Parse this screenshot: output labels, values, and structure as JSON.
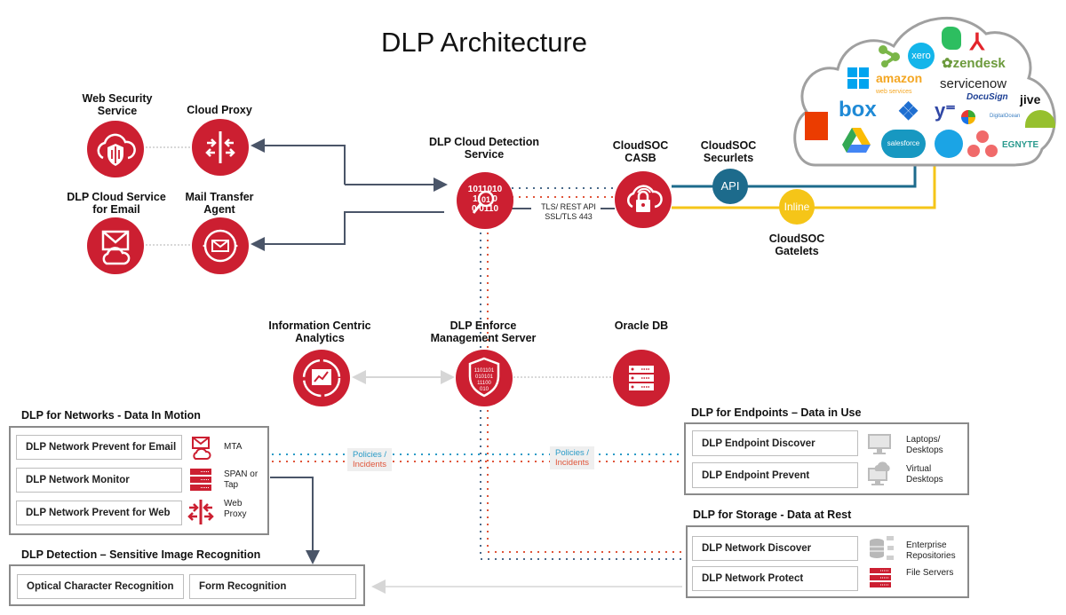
{
  "title": "DLP Architecture",
  "colors": {
    "brand_red": "#cc1f31",
    "connector_dark": "#4a5568",
    "api_blue": "#1d6b8c",
    "inline_yellow": "#f5c518",
    "policy_blue": "#2a9bc7",
    "incident_red": "#e0553a",
    "box_border": "#8a8a8a"
  },
  "nodes": {
    "web_security": {
      "label": "Web Security Service",
      "icon": "cloud-shield-icon"
    },
    "cloud_proxy": {
      "label": "Cloud Proxy",
      "icon": "proxy-arrows-icon"
    },
    "dlp_cloud_email": {
      "label": "DLP Cloud Service for Email",
      "icon": "mail-cloud-icon"
    },
    "mail_transfer_agent": {
      "label": "Mail Transfer Agent",
      "icon": "mail-cycle-icon"
    },
    "cloud_detection": {
      "label": "DLP Cloud Detection Service",
      "icon": "binary-magnifier-icon"
    },
    "cloudsoc_casb": {
      "label": "CloudSOC CASB",
      "icon": "cloud-lock-icon"
    },
    "cloudsoc_securlets": {
      "label": "CloudSOC Securlets",
      "badge": "API"
    },
    "cloudsoc_gatelets": {
      "label": "CloudSOC Gatelets",
      "badge": "Inline"
    },
    "ica": {
      "label": "Information Centric Analytics",
      "icon": "analytics-chart-icon"
    },
    "enforce": {
      "label": "DLP Enforce Management Server",
      "icon": "binary-shield-icon"
    },
    "oracle_db": {
      "label": "Oracle DB",
      "icon": "server-stack-icon"
    }
  },
  "protocol_label": {
    "line1": "TLS/ REST API",
    "line2": "SSL/TLS 443"
  },
  "policies_incidents": {
    "policies": "Policies /",
    "incidents": "Incidents"
  },
  "cloud_apps": [
    "xero",
    "zendesk",
    "servicenow",
    "amazon",
    "web services",
    "box",
    "DocuSign",
    "jive",
    "DigitalOcean",
    "salesforce",
    "EGNYTE"
  ],
  "groups": {
    "networks": {
      "title": "DLP for Networks - Data In Motion",
      "items": [
        {
          "label": "DLP Network Prevent for Email",
          "side": "MTA",
          "icon": "mail-cloud-icon"
        },
        {
          "label": "DLP Network Monitor",
          "side": "SPAN or Tap",
          "icon": "server-stack-icon"
        },
        {
          "label": "DLP Network Prevent for Web",
          "side": "Web Proxy",
          "icon": "proxy-arrows-icon"
        }
      ]
    },
    "detection": {
      "title": "DLP Detection – Sensitive Image Recognition",
      "items": [
        {
          "label": "Optical Character Recognition"
        },
        {
          "label": "Form Recognition"
        }
      ]
    },
    "endpoints": {
      "title": "DLP for Endpoints – Data in Use",
      "items": [
        {
          "label": "DLP Endpoint Discover",
          "side": "Laptops/ Desktops",
          "icon": "monitor-icon"
        },
        {
          "label": "DLP Endpoint Prevent",
          "side": "Virtual Desktops",
          "icon": "cloud-monitor-icon"
        }
      ]
    },
    "storage": {
      "title": "DLP for Storage - Data at Rest",
      "items": [
        {
          "label": "DLP Network Discover",
          "side": "Enterprise Repositories",
          "icon": "database-folders-icon"
        },
        {
          "label": "DLP Network Protect",
          "side": "File Servers",
          "icon": "file-server-icon"
        }
      ]
    }
  }
}
